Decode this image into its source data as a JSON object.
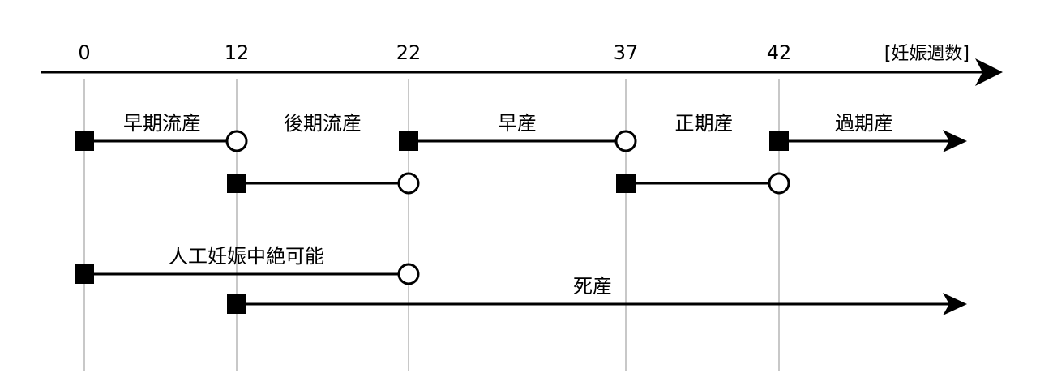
{
  "axis": {
    "title": "[妊娠週数]",
    "ticks": [
      0,
      12,
      22,
      37,
      42
    ],
    "tick_labels": [
      "0",
      "12",
      "22",
      "37",
      "42"
    ]
  },
  "segments": [
    {
      "id": "early-miscarriage",
      "label": "早期流産",
      "start": 0,
      "end": 12,
      "start_marker": "filled-square",
      "end_marker": "open-circle",
      "row": 0
    },
    {
      "id": "late-miscarriage",
      "label": "後期流産",
      "start": 12,
      "end": 22,
      "start_marker": "filled-square",
      "end_marker": "open-circle",
      "row": 1
    },
    {
      "id": "preterm-birth",
      "label": "早産",
      "start": 22,
      "end": 37,
      "start_marker": "filled-square",
      "end_marker": "open-circle",
      "row": 0
    },
    {
      "id": "term-birth",
      "label": "正期産",
      "start": 37,
      "end": 42,
      "start_marker": "filled-square",
      "end_marker": "open-circle",
      "row": 1
    },
    {
      "id": "post-term-birth",
      "label": "過期産",
      "start": 42,
      "end": null,
      "start_marker": "filled-square",
      "end_marker": "arrow",
      "row": 0
    },
    {
      "id": "induced-abortion-possible",
      "label": "人工妊娠中絶可能",
      "start": 0,
      "end": 22,
      "start_marker": "filled-square",
      "end_marker": "open-circle",
      "row": 2
    },
    {
      "id": "stillbirth",
      "label": "死産",
      "start": 12,
      "end": null,
      "start_marker": "filled-square",
      "end_marker": "arrow",
      "row": 3
    }
  ],
  "colors": {
    "line": "#000000",
    "gridline": "#c8c8c8",
    "marker_fill": "#000000",
    "circle_fill": "#ffffff"
  }
}
